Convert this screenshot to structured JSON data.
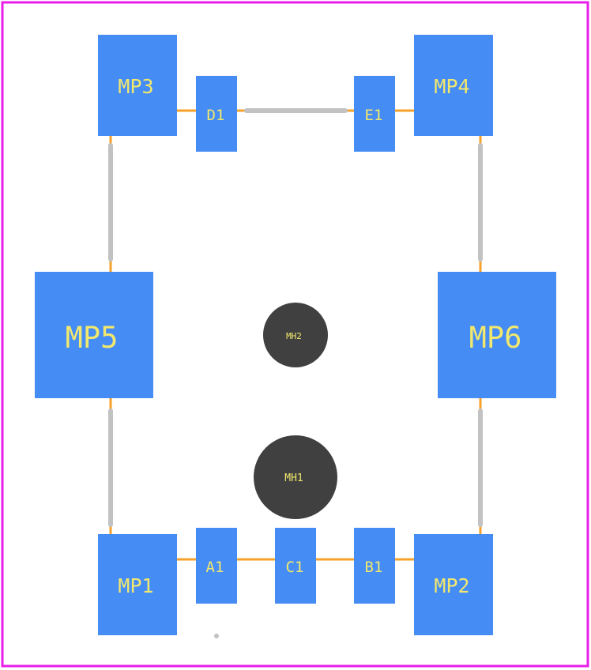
{
  "colors": {
    "background": "#ffffff",
    "board_outline": "#e81ee8",
    "pad": "#458cf5",
    "pad_label": "#f2e86d",
    "trace": "#f5a12a",
    "silkscreen": "#c2c2c2",
    "mounting_hole": "#404040"
  },
  "pads": {
    "mp3": "MP3",
    "mp4": "MP4",
    "mp5": "MP5",
    "mp6": "MP6",
    "mp1": "MP1",
    "mp2": "MP2",
    "d1": "D1",
    "e1": "E1",
    "a1": "A1",
    "c1": "C1",
    "b1": "B1"
  },
  "holes": {
    "mh1": "MH1",
    "mh2": "MH2"
  }
}
